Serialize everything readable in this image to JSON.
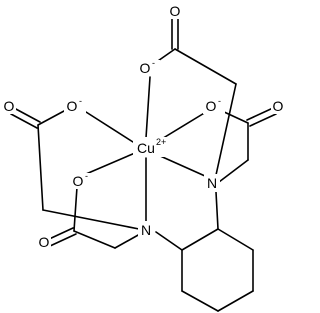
{
  "molecule": {
    "metal": "Cu",
    "metal_charge": "2+",
    "nitrogen": "N",
    "oxygen": "O",
    "anion_charge": "-"
  }
}
